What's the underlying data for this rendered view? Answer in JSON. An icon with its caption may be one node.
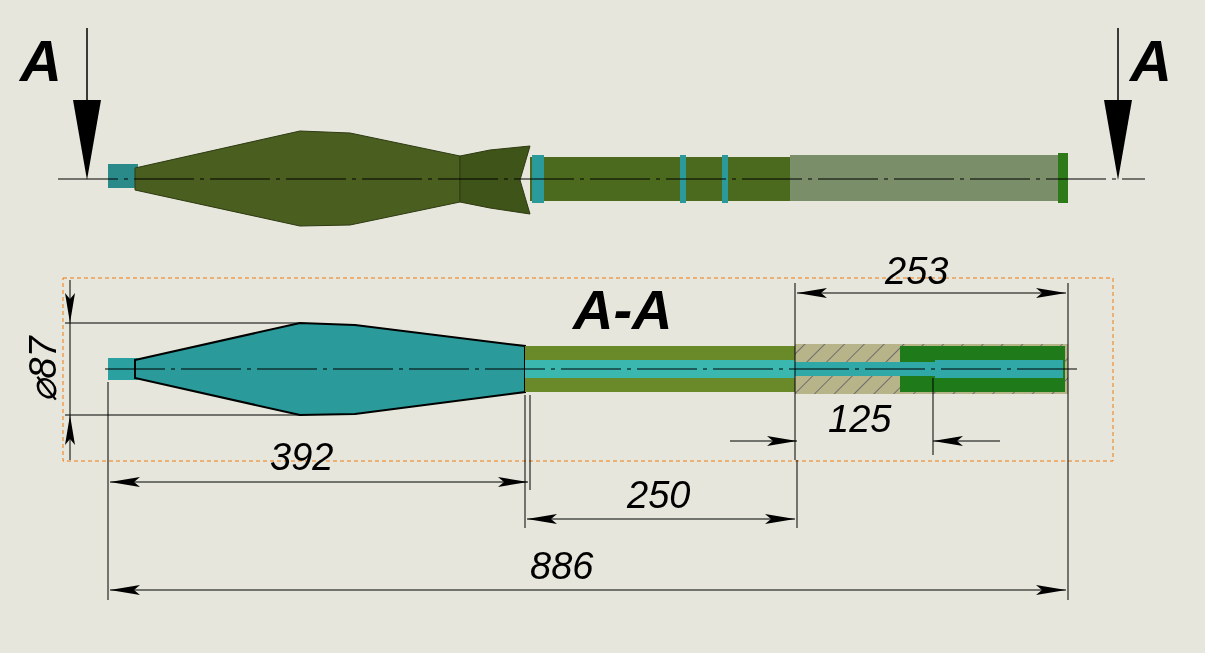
{
  "diagram": {
    "labels": [
      "A",
      "A",
      "253",
      "A-A",
      "⌀87",
      "125",
      "392",
      "250",
      "886"
    ]
  }
}
